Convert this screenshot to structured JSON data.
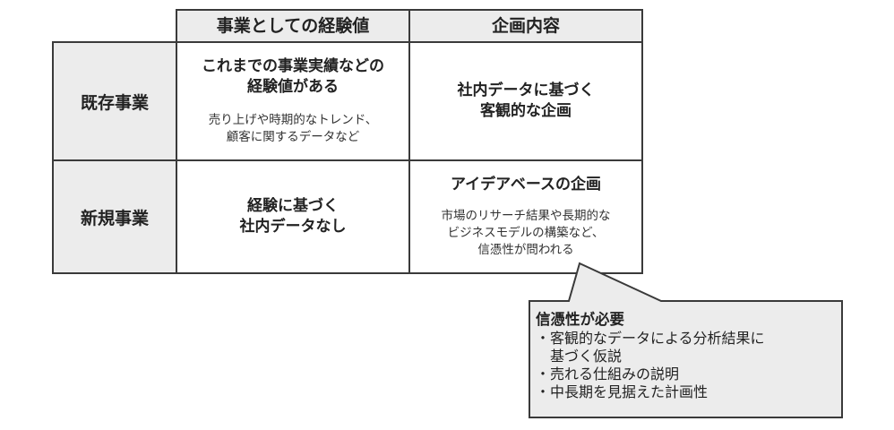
{
  "columns": {
    "experience": "事業としての経験値",
    "planning": "企画内容"
  },
  "rows": {
    "existing": {
      "label": "既存事業",
      "experience_title": "これまでの事業実績などの\n経験値がある",
      "experience_note": "売り上げや時期的なトレンド、\n顧客に関するデータなど",
      "planning_title": "社内データに基づく\n客観的な企画"
    },
    "new": {
      "label": "新規事業",
      "experience_title": "経験に基づく\n社内データなし",
      "planning_title": "アイデアベースの企画",
      "planning_note": "市場のリサーチ結果や長期的な\nビジネスモデルの構築など、\n信憑性が問われる"
    }
  },
  "callout": {
    "title": "信憑性が必要",
    "items": [
      "・客観的なデータによる分析結果に\n　基づく仮説",
      "・売れる仕組みの説明",
      "・中長期を見据えた計画性"
    ]
  }
}
